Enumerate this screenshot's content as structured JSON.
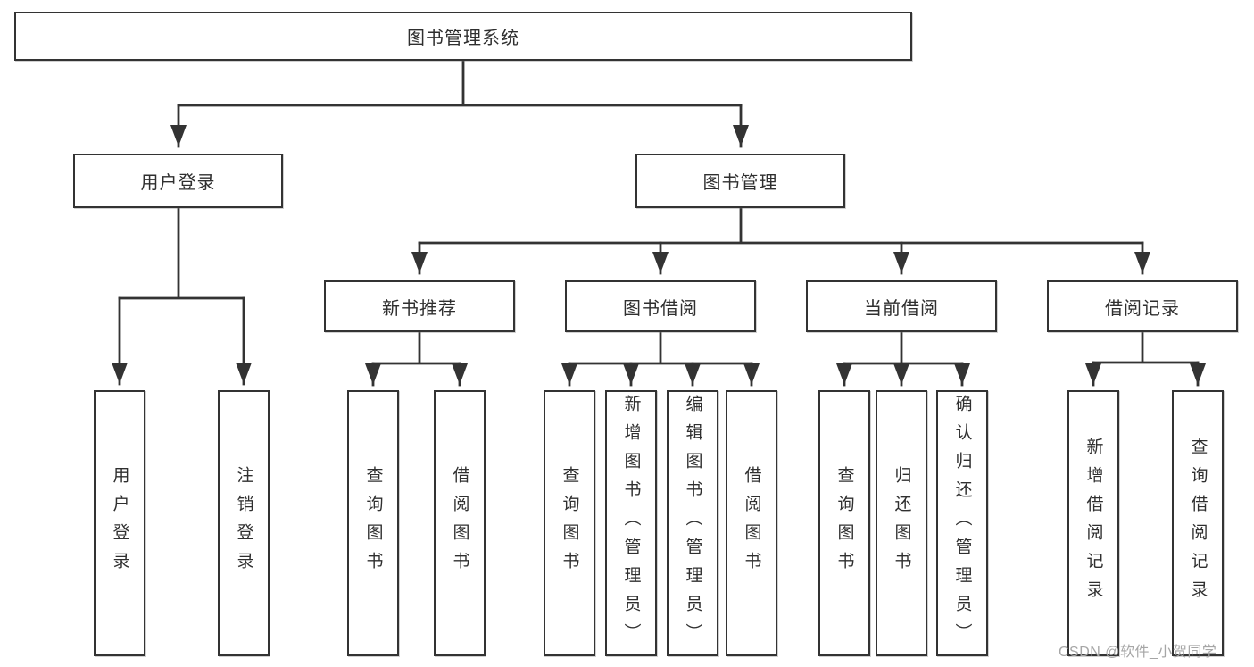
{
  "tree": {
    "root": {
      "label": "图书管理系统"
    },
    "branches": [
      {
        "label": "用户登录",
        "children": [
          {
            "label": "用户登录"
          },
          {
            "label": "注销登录"
          }
        ]
      },
      {
        "label": "图书管理",
        "children": [
          {
            "label": "新书推荐",
            "children": [
              {
                "label": "查询图书"
              },
              {
                "label": "借阅图书"
              }
            ]
          },
          {
            "label": "图书借阅",
            "children": [
              {
                "label": "查询图书"
              },
              {
                "label": "新增图书（管理员）"
              },
              {
                "label": "编辑图书（管理员）"
              },
              {
                "label": "借阅图书"
              }
            ]
          },
          {
            "label": "当前借阅",
            "children": [
              {
                "label": "查询图书"
              },
              {
                "label": "归还图书"
              },
              {
                "label": "确认归还（管理员）"
              }
            ]
          },
          {
            "label": "借阅记录",
            "children": [
              {
                "label": "新增借阅记录"
              },
              {
                "label": "查询借阅记录"
              }
            ]
          }
        ]
      }
    ]
  },
  "watermark": {
    "text": "CSDN @软件_小贺同学"
  },
  "colors": {
    "line": "#333333",
    "text": "#2f2f2f",
    "watermark": "#a6a6a6",
    "background": "#ffffff"
  }
}
